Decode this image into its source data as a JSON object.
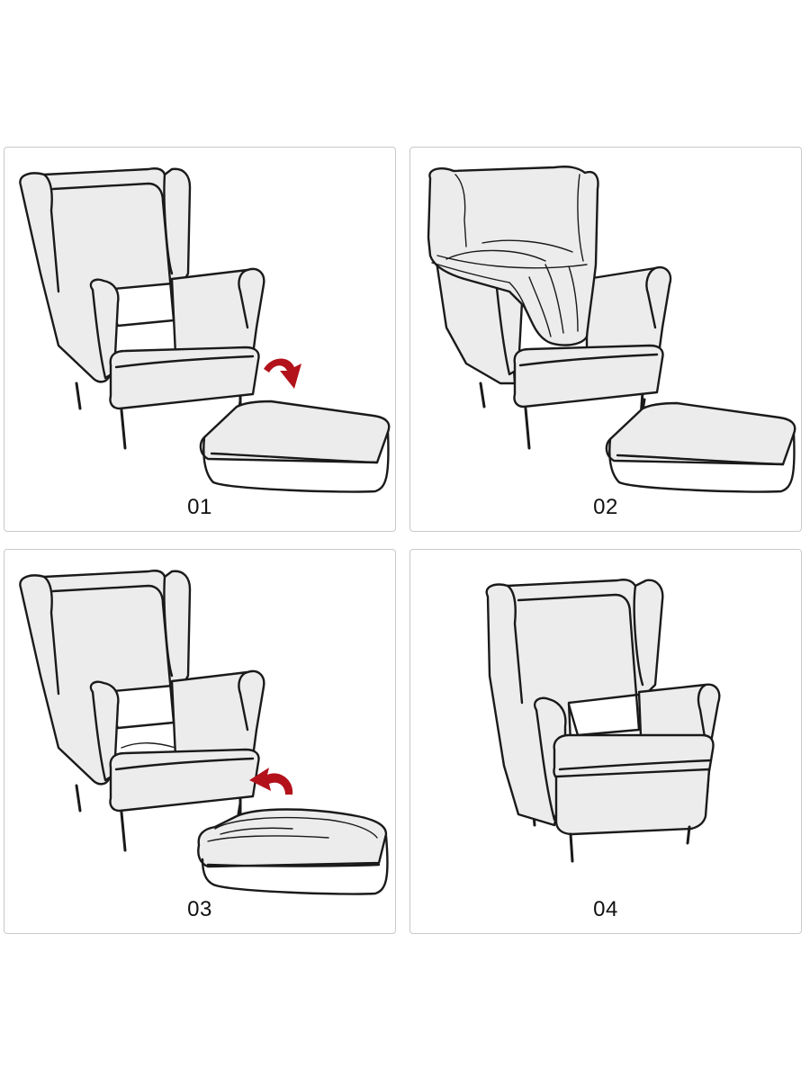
{
  "steps": [
    {
      "label": "01"
    },
    {
      "label": "02"
    },
    {
      "label": "03"
    },
    {
      "label": "04"
    }
  ],
  "colors": {
    "arrow": "#b3121b",
    "panel_border": "#c9c9c9",
    "fabric": "#ececec",
    "outline": "#1a1a1a"
  },
  "icons": [
    "wingback-chair-icon",
    "seat-cushion-icon",
    "curved-arrow-icon"
  ]
}
